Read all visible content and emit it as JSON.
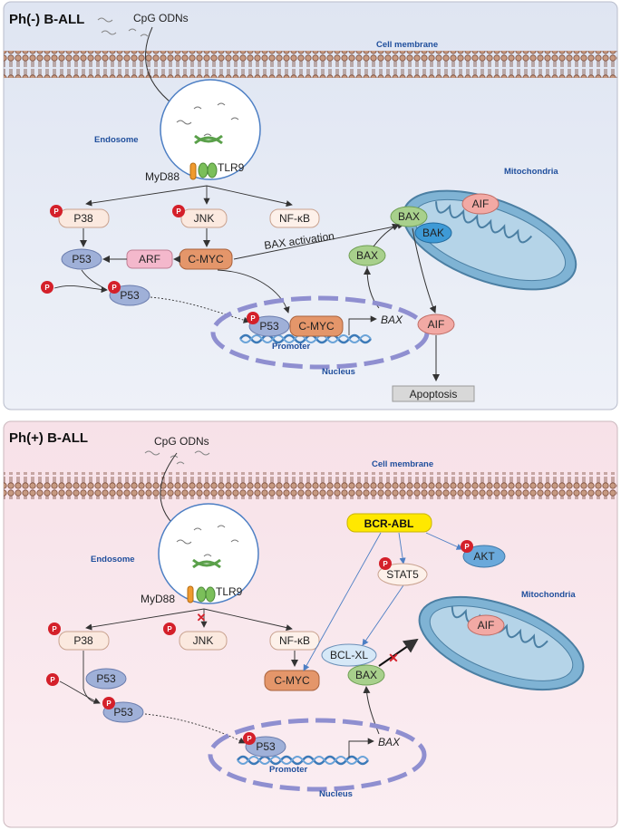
{
  "panel_top": {
    "title": "Ph(-) B-ALL",
    "cpg": "CpG ODNs",
    "cell_membrane": "Cell membrane",
    "endosome": "Endosome",
    "tlr9": "TLR9",
    "myd88": "MyD88",
    "p38": "P38",
    "jnk": "JNK",
    "nfkb": "NF-κB",
    "p53": "P53",
    "arf": "ARF",
    "cmyc": "C-MYC",
    "bax_activation": "BAX activation",
    "mitochondria": "Mitochondria",
    "bax": "BAX",
    "bak": "BAK",
    "aif": "AIF",
    "promoter": "Promoter",
    "bax_gene": "BAX",
    "nucleus": "Nucleus",
    "apoptosis": "Apoptosis",
    "phospho": "P"
  },
  "panel_bottom": {
    "title": "Ph(+) B-ALL",
    "cpg": "CpG ODNs",
    "cell_membrane": "Cell membrane",
    "endosome": "Endosome",
    "tlr9": "TLR9",
    "myd88": "MyD88",
    "p38": "P38",
    "jnk": "JNK",
    "nfkb": "NF-κB",
    "p53": "P53",
    "cmyc": "C-MYC",
    "bcr_abl": "BCR-ABL",
    "stat5": "STAT5",
    "akt": "AKT",
    "mitochondria": "Mitochondria",
    "aif": "AIF",
    "bcl_xl": "BCL-XL",
    "bax": "BAX",
    "promoter": "Promoter",
    "bax_gene": "BAX",
    "nucleus": "Nucleus",
    "phospho": "P"
  },
  "colors": {
    "top_bg": "#e6ebf5",
    "bottom_bg": "#f9e6ec",
    "membrane": "#8b5e4b",
    "nucleus": "#8f8fd0",
    "mito": "#6fa3c4",
    "phospho": "#d4202a",
    "label_blue": "#1f4e9c"
  }
}
